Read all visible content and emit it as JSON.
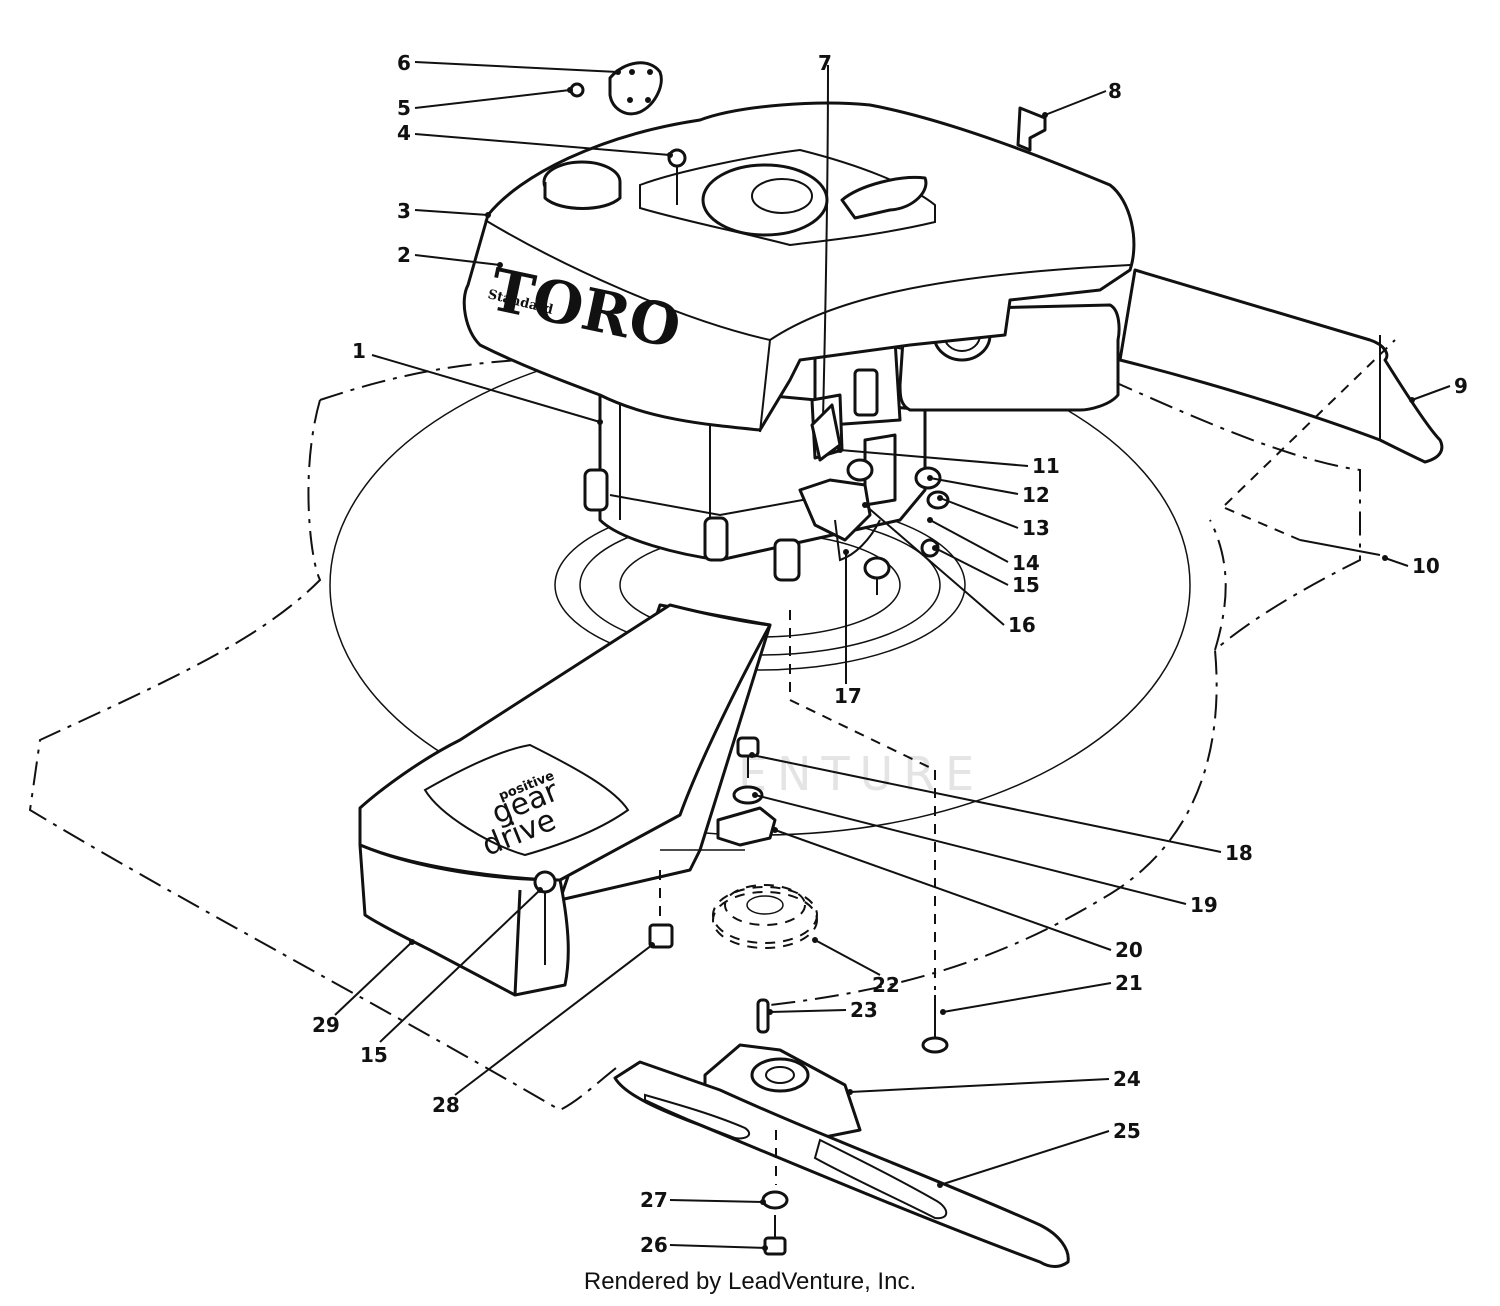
{
  "brand": {
    "logo_text": "TORO",
    "logo_subtext": "Standard",
    "housing_label_top": "positive",
    "housing_label_mid": "gear",
    "housing_label_bottom": "drive"
  },
  "watermark": "LEADVENTURE",
  "credit": "Rendered by LeadVenture, Inc.",
  "callouts": [
    {
      "id": "c1",
      "label": "1"
    },
    {
      "id": "c2",
      "label": "2"
    },
    {
      "id": "c3",
      "label": "3"
    },
    {
      "id": "c4",
      "label": "4"
    },
    {
      "id": "c5",
      "label": "5"
    },
    {
      "id": "c6",
      "label": "6"
    },
    {
      "id": "c7",
      "label": "7"
    },
    {
      "id": "c8",
      "label": "8"
    },
    {
      "id": "c9",
      "label": "9"
    },
    {
      "id": "c10",
      "label": "10"
    },
    {
      "id": "c11",
      "label": "11"
    },
    {
      "id": "c12",
      "label": "12"
    },
    {
      "id": "c13",
      "label": "13"
    },
    {
      "id": "c14",
      "label": "14"
    },
    {
      "id": "c15",
      "label": "15"
    },
    {
      "id": "c16",
      "label": "16"
    },
    {
      "id": "c17",
      "label": "17"
    },
    {
      "id": "c18",
      "label": "18"
    },
    {
      "id": "c19",
      "label": "19"
    },
    {
      "id": "c20",
      "label": "20"
    },
    {
      "id": "c21",
      "label": "21"
    },
    {
      "id": "c22",
      "label": "22"
    },
    {
      "id": "c23",
      "label": "23"
    },
    {
      "id": "c24",
      "label": "24"
    },
    {
      "id": "c25",
      "label": "25"
    },
    {
      "id": "c26",
      "label": "26"
    },
    {
      "id": "c27",
      "label": "27"
    },
    {
      "id": "c28",
      "label": "28"
    },
    {
      "id": "c29",
      "label": "29"
    },
    {
      "id": "c15b",
      "label": "15"
    }
  ]
}
